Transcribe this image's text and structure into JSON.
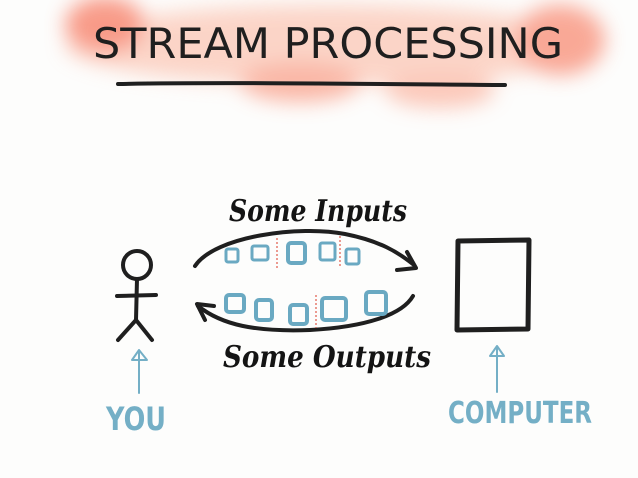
{
  "title": "STREAM PROCESSING",
  "labels": {
    "inputs": "Some Inputs",
    "outputs": "Some Outputs",
    "you": "YOU",
    "computer": "COMPUTER"
  },
  "colors": {
    "ink": "#1f1f1f",
    "highlight": "#f7806a",
    "item_blue": "#6aa9c2",
    "divider_red": "#e05a4a"
  },
  "icons": {
    "person": "stick-figure-icon",
    "computer": "computer-box-icon",
    "pointer": "up-arrow-icon"
  }
}
